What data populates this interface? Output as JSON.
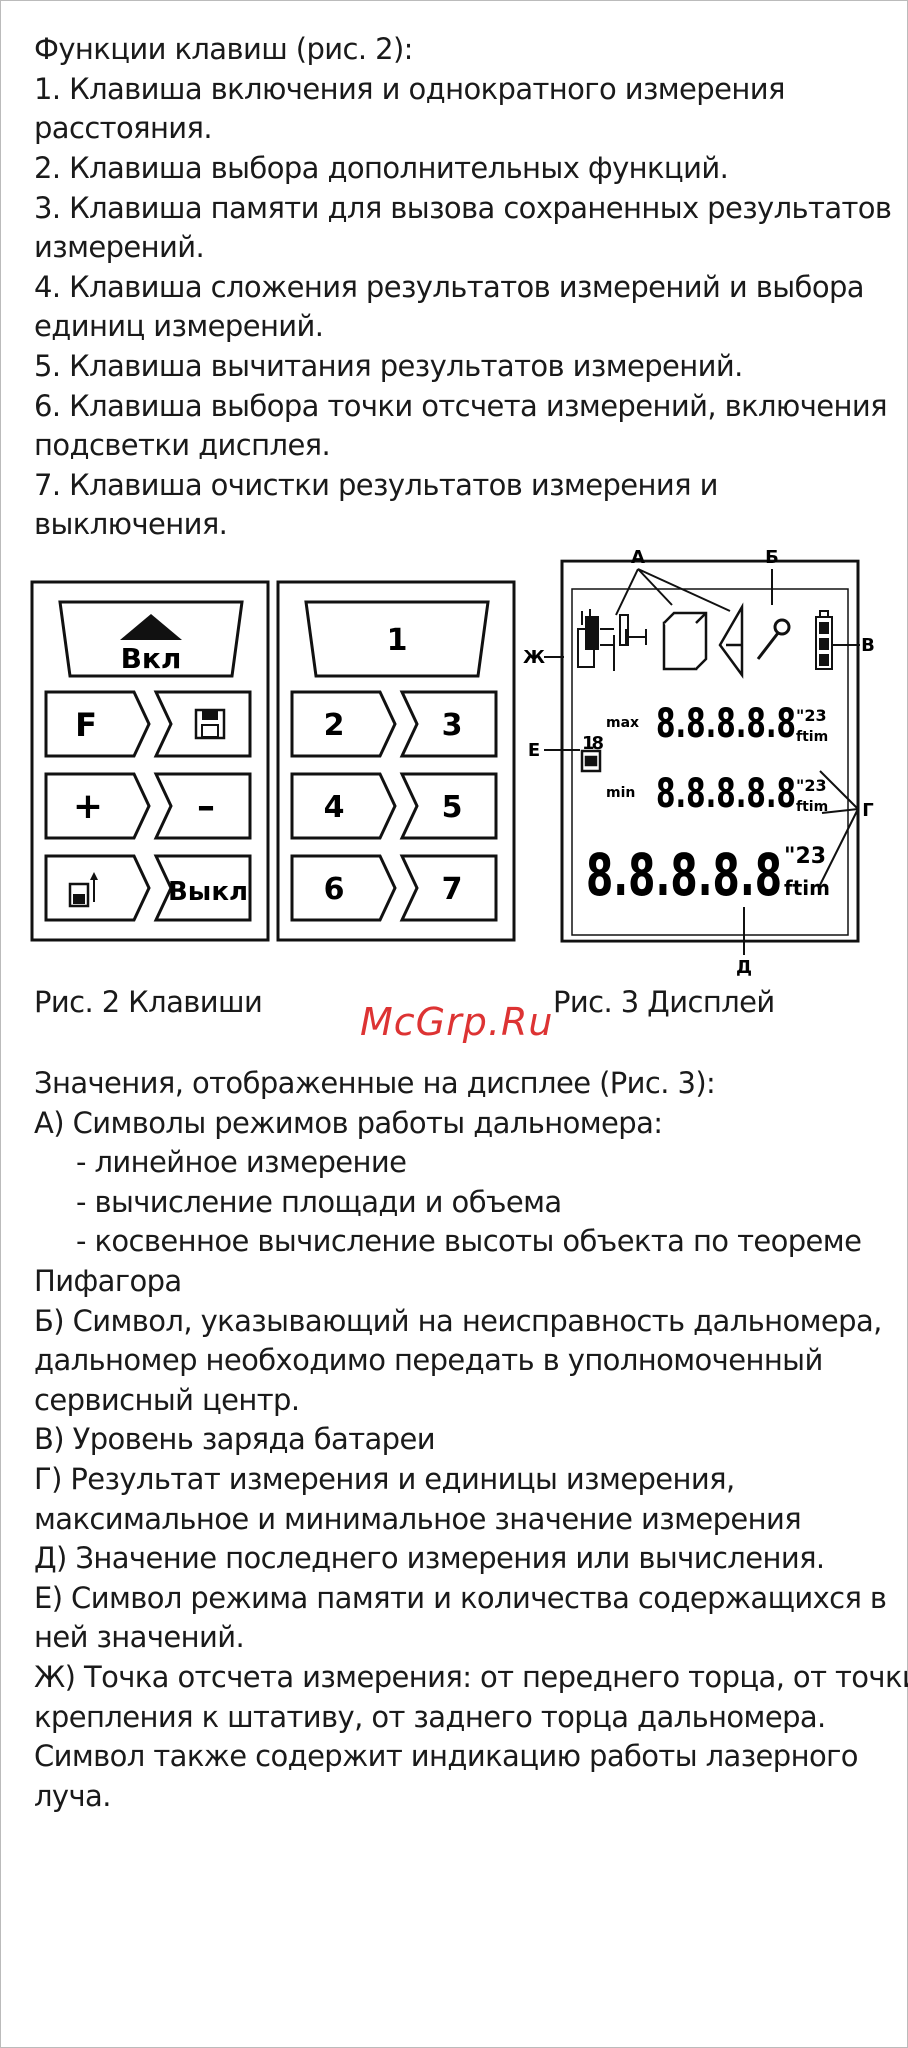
{
  "intro_lines": [
    "Функции клавиш (рис. 2):",
    "1. Клавиша включения и однократного измерения",
    "расстояния.",
    "2. Клавиша выбора дополнительных функций.",
    "3. Клавиша памяти для вызова сохраненных результатов",
    "измерений.",
    "4. Клавиша сложения результатов измерений и выбора",
    "единиц измерений.",
    "5. Клавиша вычитания результатов измерений.",
    "6. Клавиша выбора точки отсчета измерений, включения",
    "подсветки дисплея.",
    "7. Клавиша очистки результатов измерения и",
    "выключения."
  ],
  "keypad_labels": {
    "on": "Вкл",
    "f": "F",
    "plus": "+",
    "minus": "–",
    "off": "Выкл",
    "n1": "1",
    "n2": "2",
    "n3": "3",
    "n4": "4",
    "n5": "5",
    "n6": "6",
    "n7": "7"
  },
  "display_callouts": {
    "a": "А",
    "b": "Б",
    "v": "В",
    "g": "Г",
    "d": "Д",
    "e": "Е",
    "zh": "Ж"
  },
  "display_readout": {
    "max": "max",
    "min": "min",
    "digits": "8.8.8.8.8",
    "digits_small": "8.8.8.8.8",
    "unit_exp": "\"23",
    "unit": "ftim",
    "mem_count": "18"
  },
  "captions": {
    "keys": "Рис. 2 Клавиши",
    "display": "Рис. 3 Дисплей"
  },
  "watermark": "McGrp.Ru",
  "legend_lines": [
    "Значения, отображенные на дисплее (Рис. 3):",
    "А) Символы режимов работы дальномера:",
    "- линейное измерение",
    "- вычисление площади и объема",
    "- косвенное вычисление высоты объекта по теореме",
    "Пифагора",
    "Б) Символ, указывающий на неисправность дальномера,",
    "дальномер необходимо передать в уполномоченный",
    "сервисный центр.",
    "В) Уровень заряда батареи",
    "Г) Результат измерения и единицы измерения,",
    "максимальное и минимальное значение измерения",
    "Д) Значение последнего измерения или вычисления.",
    "Е) Символ режима памяти и количества содержащихся в",
    "ней значений.",
    "Ж) Точка отсчета измерения: от переднего торца, от точки",
    "крепления к штативу, от заднего торца дальномера.",
    "Символ также содержит индикацию работы лазерного",
    "луча."
  ]
}
